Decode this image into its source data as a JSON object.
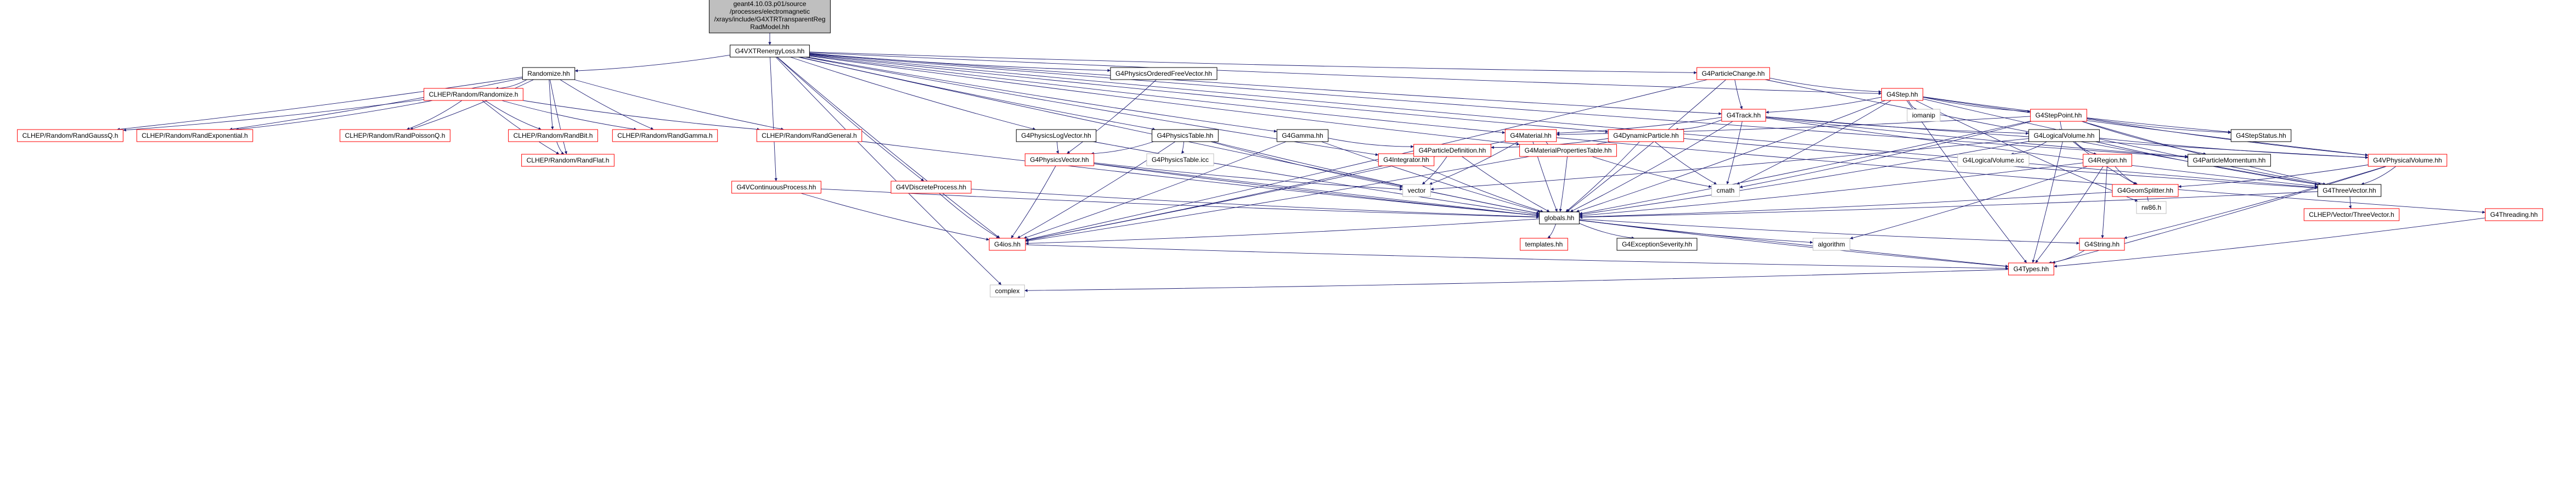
{
  "diagram": {
    "nodes": [
      {
        "id": "root",
        "lines": [
          "geant4.10.03.p01/source",
          "/processes/electromagnetic",
          "/xrays/include/G4XTRTransparentReg",
          "RadModel.hh"
        ],
        "color": "black",
        "style": "root"
      },
      {
        "id": "xtr",
        "lines": [
          "G4VXTRenergyLoss.hh"
        ],
        "color": "black"
      },
      {
        "id": "randomize",
        "lines": [
          "Randomize.hh"
        ],
        "color": "black"
      },
      {
        "id": "clhep_randomize",
        "lines": [
          "CLHEP/Random/Randomize.h"
        ],
        "color": "red"
      },
      {
        "id": "gauss",
        "lines": [
          "CLHEP/Random/RandGaussQ.h"
        ],
        "color": "red"
      },
      {
        "id": "exponential",
        "lines": [
          "CLHEP/Random/RandExponential.h"
        ],
        "color": "red"
      },
      {
        "id": "poisson",
        "lines": [
          "CLHEP/Random/RandPoissonQ.h"
        ],
        "color": "red"
      },
      {
        "id": "randbit",
        "lines": [
          "CLHEP/Random/RandBit.h"
        ],
        "color": "red"
      },
      {
        "id": "randgamma",
        "lines": [
          "CLHEP/Random/RandGamma.h"
        ],
        "color": "red"
      },
      {
        "id": "randgeneral",
        "lines": [
          "CLHEP/Random/RandGeneral.h"
        ],
        "color": "red"
      },
      {
        "id": "randflat",
        "lines": [
          "CLHEP/Random/RandFlat.h"
        ],
        "color": "red"
      },
      {
        "id": "physordvec",
        "lines": [
          "G4PhysicsOrderedFreeVector.hh"
        ],
        "color": "black"
      },
      {
        "id": "physlogvec",
        "lines": [
          "G4PhysicsLogVector.hh"
        ],
        "color": "black"
      },
      {
        "id": "physvector",
        "lines": [
          "G4PhysicsVector.hh"
        ],
        "color": "red"
      },
      {
        "id": "phystable",
        "lines": [
          "G4PhysicsTable.hh"
        ],
        "color": "black"
      },
      {
        "id": "phystable_icc",
        "lines": [
          "G4PhysicsTable.icc"
        ],
        "color": "gray"
      },
      {
        "id": "gamma",
        "lines": [
          "G4Gamma.hh"
        ],
        "color": "black"
      },
      {
        "id": "integrator",
        "lines": [
          "G4Integrator.hh"
        ],
        "color": "red"
      },
      {
        "id": "material",
        "lines": [
          "G4Material.hh"
        ],
        "color": "red"
      },
      {
        "id": "dynparticle",
        "lines": [
          "G4DynamicParticle.hh"
        ],
        "color": "red"
      },
      {
        "id": "particledef",
        "lines": [
          "G4ParticleDefinition.hh"
        ],
        "color": "red"
      },
      {
        "id": "matproptable",
        "lines": [
          "G4MaterialPropertiesTable.hh"
        ],
        "color": "red"
      },
      {
        "id": "particlechange",
        "lines": [
          "G4ParticleChange.hh"
        ],
        "color": "red"
      },
      {
        "id": "step",
        "lines": [
          "G4Step.hh"
        ],
        "color": "red"
      },
      {
        "id": "iomanip",
        "lines": [
          "iomanip"
        ],
        "color": "gray"
      },
      {
        "id": "track",
        "lines": [
          "G4Track.hh"
        ],
        "color": "red"
      },
      {
        "id": "steppoint",
        "lines": [
          "G4StepPoint.hh"
        ],
        "color": "red"
      },
      {
        "id": "stepstatus",
        "lines": [
          "G4StepStatus.hh"
        ],
        "color": "black"
      },
      {
        "id": "logvol",
        "lines": [
          "G4LogicalVolume.hh"
        ],
        "color": "black"
      },
      {
        "id": "logvol_icc",
        "lines": [
          "G4LogicalVolume.icc"
        ],
        "color": "gray"
      },
      {
        "id": "region",
        "lines": [
          "G4Region.hh"
        ],
        "color": "red"
      },
      {
        "id": "geomsplitter",
        "lines": [
          "G4GeomSplitter.hh"
        ],
        "color": "red"
      },
      {
        "id": "rw",
        "lines": [
          "rw86.h"
        ],
        "color": "gray"
      },
      {
        "id": "partmomentum",
        "lines": [
          "G4ParticleMomentum.hh"
        ],
        "color": "black"
      },
      {
        "id": "physvolume",
        "lines": [
          "G4VPhysicalVolume.hh"
        ],
        "color": "red"
      },
      {
        "id": "threevector",
        "lines": [
          "G4ThreeVector.hh"
        ],
        "color": "black"
      },
      {
        "id": "clhep_threevector",
        "lines": [
          "CLHEP/Vector/ThreeVector.h"
        ],
        "color": "red"
      },
      {
        "id": "threading",
        "lines": [
          "G4Threading.hh"
        ],
        "color": "red"
      },
      {
        "id": "contproc",
        "lines": [
          "G4VContinuousProcess.hh"
        ],
        "color": "red"
      },
      {
        "id": "discproc",
        "lines": [
          "G4VDiscreteProcess.hh"
        ],
        "color": "red"
      },
      {
        "id": "vector",
        "lines": [
          "vector"
        ],
        "color": "gray"
      },
      {
        "id": "cmath",
        "lines": [
          "cmath"
        ],
        "color": "gray"
      },
      {
        "id": "globals",
        "lines": [
          "globals.hh"
        ],
        "color": "black"
      },
      {
        "id": "g4ios",
        "lines": [
          "G4ios.hh"
        ],
        "color": "red"
      },
      {
        "id": "templates",
        "lines": [
          "templates.hh"
        ],
        "color": "red"
      },
      {
        "id": "exceptseverity",
        "lines": [
          "G4ExceptionSeverity.hh"
        ],
        "color": "black"
      },
      {
        "id": "algorithm",
        "lines": [
          "algorithm"
        ],
        "color": "gray"
      },
      {
        "id": "g4string",
        "lines": [
          "G4String.hh"
        ],
        "color": "red"
      },
      {
        "id": "g4types",
        "lines": [
          "G4Types.hh"
        ],
        "color": "red"
      },
      {
        "id": "complex",
        "lines": [
          "complex"
        ],
        "color": "gray"
      }
    ],
    "edges": [
      [
        "root",
        "xtr"
      ],
      [
        "xtr",
        "randomize"
      ],
      [
        "xtr",
        "physordvec"
      ],
      [
        "xtr",
        "physlogvec"
      ],
      [
        "xtr",
        "phystable"
      ],
      [
        "xtr",
        "gamma"
      ],
      [
        "xtr",
        "integrator"
      ],
      [
        "xtr",
        "material"
      ],
      [
        "xtr",
        "dynparticle"
      ],
      [
        "xtr",
        "matproptable"
      ],
      [
        "xtr",
        "particlechange"
      ],
      [
        "xtr",
        "step"
      ],
      [
        "xtr",
        "track"
      ],
      [
        "xtr",
        "partmomentum"
      ],
      [
        "xtr",
        "threevector"
      ],
      [
        "xtr",
        "contproc"
      ],
      [
        "xtr",
        "discproc"
      ],
      [
        "xtr",
        "globals"
      ],
      [
        "xtr",
        "g4ios"
      ],
      [
        "xtr",
        "complex"
      ],
      [
        "randomize",
        "clhep_randomize"
      ],
      [
        "randomize",
        "gauss"
      ],
      [
        "randomize",
        "exponential"
      ],
      [
        "randomize",
        "poisson"
      ],
      [
        "randomize",
        "randbit"
      ],
      [
        "randomize",
        "randgamma"
      ],
      [
        "randomize",
        "randgeneral"
      ],
      [
        "randomize",
        "randflat"
      ],
      [
        "clhep_randomize",
        "gauss"
      ],
      [
        "clhep_randomize",
        "exponential"
      ],
      [
        "clhep_randomize",
        "poisson"
      ],
      [
        "clhep_randomize",
        "randbit"
      ],
      [
        "clhep_randomize",
        "randgamma"
      ],
      [
        "clhep_randomize",
        "randgeneral"
      ],
      [
        "clhep_randomize",
        "randflat"
      ],
      [
        "randbit",
        "randflat"
      ],
      [
        "randgeneral",
        "globals"
      ],
      [
        "physordvec",
        "physvector"
      ],
      [
        "physlogvec",
        "physvector"
      ],
      [
        "physlogvec",
        "globals"
      ],
      [
        "phystable",
        "physvector"
      ],
      [
        "phystable",
        "phystable_icc"
      ],
      [
        "phystable",
        "vector"
      ],
      [
        "phystable",
        "globals"
      ],
      [
        "phystable",
        "g4ios"
      ],
      [
        "physvector",
        "globals"
      ],
      [
        "physvector",
        "g4ios"
      ],
      [
        "physvector",
        "vector"
      ],
      [
        "physvector",
        "g4types"
      ],
      [
        "gamma",
        "particledef"
      ],
      [
        "gamma",
        "globals"
      ],
      [
        "gamma",
        "g4ios"
      ],
      [
        "integrator",
        "globals"
      ],
      [
        "material",
        "vector"
      ],
      [
        "material",
        "globals"
      ],
      [
        "material",
        "g4ios"
      ],
      [
        "material",
        "matproptable"
      ],
      [
        "material",
        "threading"
      ],
      [
        "dynparticle",
        "particledef"
      ],
      [
        "dynparticle",
        "globals"
      ],
      [
        "dynparticle",
        "g4ios"
      ],
      [
        "dynparticle",
        "cmath"
      ],
      [
        "dynparticle",
        "threevector"
      ],
      [
        "particledef",
        "vector"
      ],
      [
        "particledef",
        "globals"
      ],
      [
        "particledef",
        "g4ios"
      ],
      [
        "matproptable",
        "cmath"
      ],
      [
        "matproptable",
        "globals"
      ],
      [
        "particlechange",
        "step"
      ],
      [
        "particlechange",
        "track"
      ],
      [
        "particlechange",
        "globals"
      ],
      [
        "particlechange",
        "g4ios"
      ],
      [
        "particlechange",
        "threevector"
      ],
      [
        "step",
        "iomanip"
      ],
      [
        "step",
        "track"
      ],
      [
        "step",
        "steppoint"
      ],
      [
        "step",
        "stepstatus"
      ],
      [
        "step",
        "physvolume"
      ],
      [
        "step",
        "globals"
      ],
      [
        "step",
        "cmath"
      ],
      [
        "step",
        "threevector"
      ],
      [
        "step",
        "g4types"
      ],
      [
        "step",
        "rw"
      ],
      [
        "track",
        "dynparticle"
      ],
      [
        "track",
        "material"
      ],
      [
        "track",
        "logvol"
      ],
      [
        "track",
        "physvolume"
      ],
      [
        "track",
        "cmath"
      ],
      [
        "track",
        "globals"
      ],
      [
        "track",
        "threevector"
      ],
      [
        "track",
        "partmomentum"
      ],
      [
        "steppoint",
        "logvol"
      ],
      [
        "steppoint",
        "stepstatus"
      ],
      [
        "steppoint",
        "physvolume"
      ],
      [
        "steppoint",
        "material"
      ],
      [
        "steppoint",
        "globals"
      ],
      [
        "steppoint",
        "threevector"
      ],
      [
        "steppoint",
        "cmath"
      ],
      [
        "steppoint",
        "partmomentum"
      ],
      [
        "logvol",
        "logvol_icc"
      ],
      [
        "logvol",
        "region"
      ],
      [
        "logvol",
        "geomsplitter"
      ],
      [
        "logvol",
        "physvolume"
      ],
      [
        "logvol",
        "vector"
      ],
      [
        "logvol",
        "globals"
      ],
      [
        "logvol",
        "g4types"
      ],
      [
        "logvol",
        "threevector"
      ],
      [
        "region",
        "geomsplitter"
      ],
      [
        "region",
        "globals"
      ],
      [
        "region",
        "g4string"
      ],
      [
        "region",
        "g4types"
      ],
      [
        "region",
        "algorithm"
      ],
      [
        "geomsplitter",
        "globals"
      ],
      [
        "geomsplitter",
        "rw"
      ],
      [
        "physvolume",
        "geomsplitter"
      ],
      [
        "physvolume",
        "threevector"
      ],
      [
        "physvolume",
        "g4types"
      ],
      [
        "physvolume",
        "g4string"
      ],
      [
        "threevector",
        "clhep_threevector"
      ],
      [
        "threevector",
        "globals"
      ],
      [
        "threading",
        "g4types"
      ],
      [
        "contproc",
        "globals"
      ],
      [
        "contproc",
        "g4ios"
      ],
      [
        "discproc",
        "globals"
      ],
      [
        "discproc",
        "g4ios"
      ],
      [
        "globals",
        "g4ios"
      ],
      [
        "globals",
        "templates"
      ],
      [
        "globals",
        "exceptseverity"
      ],
      [
        "globals",
        "algorithm"
      ],
      [
        "globals",
        "g4string"
      ],
      [
        "globals",
        "g4types"
      ],
      [
        "g4ios",
        "g4types"
      ],
      [
        "g4string",
        "g4types"
      ],
      [
        "g4types",
        "complex"
      ]
    ]
  }
}
